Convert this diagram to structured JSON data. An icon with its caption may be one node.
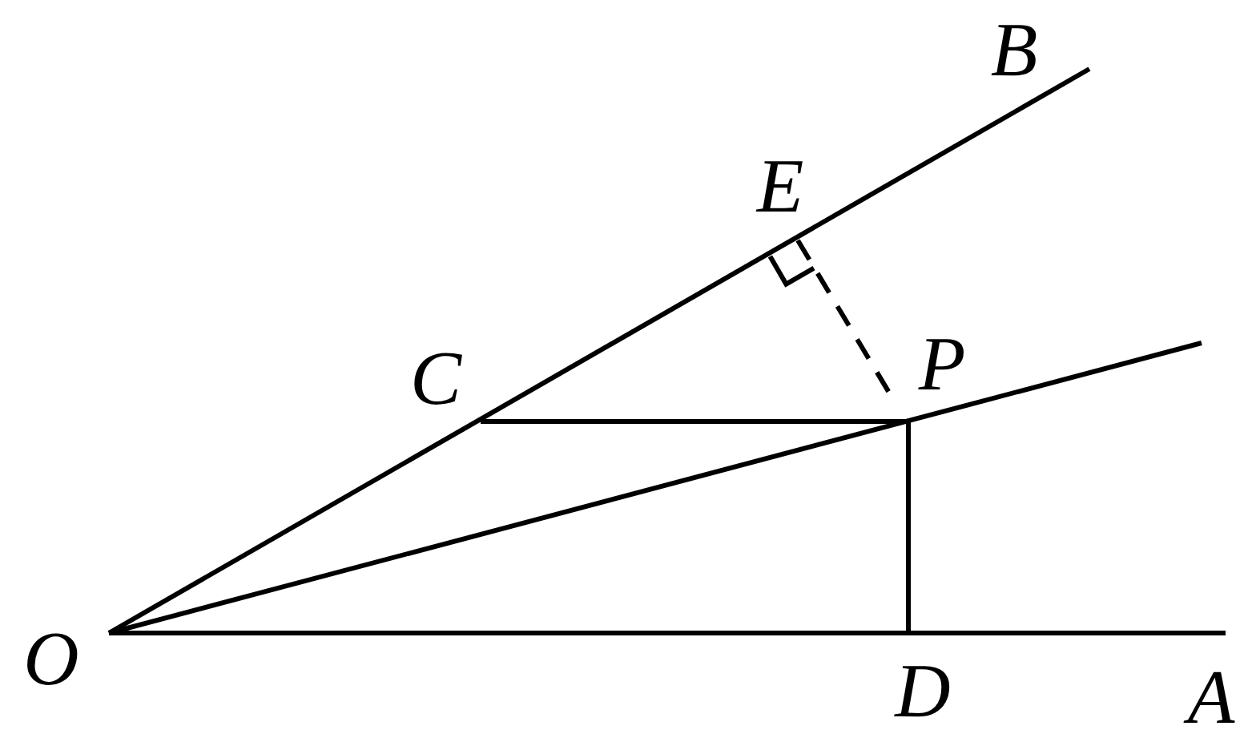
{
  "diagram": {
    "labels": [
      "B",
      "E",
      "C",
      "P",
      "O",
      "D",
      "A"
    ]
  }
}
